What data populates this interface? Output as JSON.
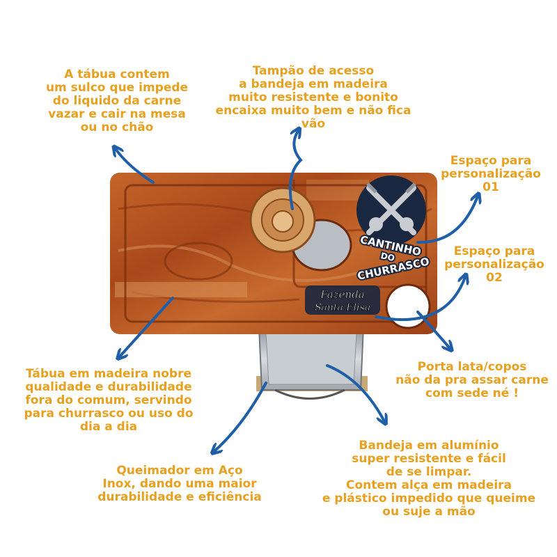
{
  "colors": {
    "callout_text": "#e8a020",
    "arrow": "#1f5fa8",
    "wood": "#b5561d",
    "wood_light": "#d8935a",
    "badge_bg": "#1a2740",
    "tray": "#b9bec4"
  },
  "board": {
    "logo_lines": [
      "CANTINHO",
      "DO",
      "CHURRASCO"
    ],
    "plate_lines": [
      "Fazenda",
      "Santa Elisa"
    ]
  },
  "callouts": {
    "groove": "A tábua contem\num sulco que impede\ndo liquido da carne\nvazar e cair na mesa\nou no chão",
    "lid": "Tampão de acesso\na bandeja em madeira\nmuito resistente e bonito\nencaixa muito bem e não fica\nvão",
    "custom1": "Espaço para\npersonalização\n01",
    "custom2": "Espaço para\npersonalização\n02",
    "wood": "Tábua em madeira nobre\nqualidade e durabilidade\nfora do comum, servindo\npara churrasco ou uso do\ndia a dia",
    "cup": "Porta lata/copos\nnão da pra assar carne\ncom sede né !",
    "burner": "Queimador em Aço\nInox, dando uma maior\ndurabilidade e eficiência",
    "tray": "Bandeja em alumínio\nsuper resistente e fácil\nde se limpar.\nContem alça em madeira\ne plástico impedido que queime\nou suje a mão"
  }
}
